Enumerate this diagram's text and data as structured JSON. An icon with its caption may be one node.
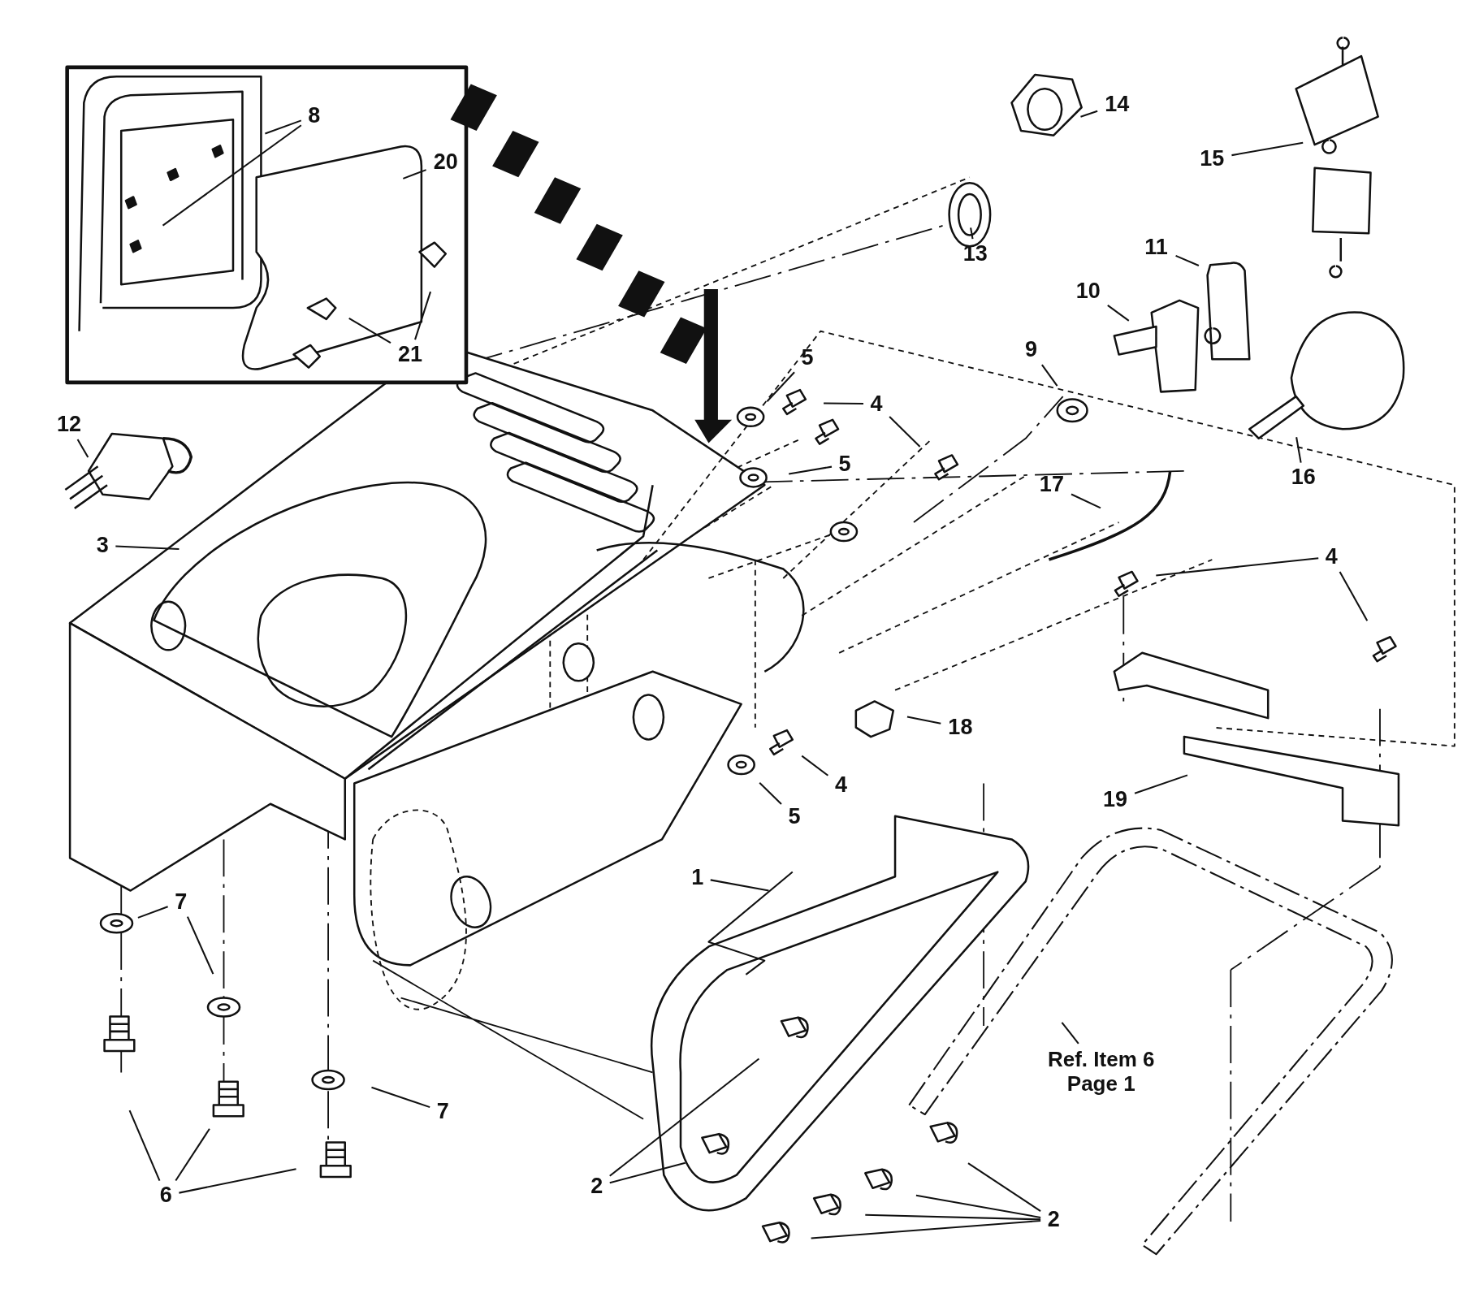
{
  "diagram": {
    "nodes": [
      {
        "text": [
          "8"
        ]
      },
      {
        "text": [
          "20"
        ]
      },
      {
        "text": [
          "21"
        ]
      },
      {
        "text": [
          "12"
        ]
      },
      {
        "text": [
          "3"
        ]
      },
      {
        "text": [
          "14"
        ]
      },
      {
        "text": [
          "15"
        ]
      },
      {
        "text": [
          "13"
        ]
      },
      {
        "text": [
          "11"
        ]
      },
      {
        "text": [
          "10"
        ]
      },
      {
        "text": [
          "9"
        ]
      },
      {
        "text": [
          "5"
        ]
      },
      {
        "text": [
          "4"
        ]
      },
      {
        "text": [
          "5"
        ]
      },
      {
        "text": [
          "17"
        ]
      },
      {
        "text": [
          "16"
        ]
      },
      {
        "text": [
          "4"
        ]
      },
      {
        "text": [
          "18"
        ]
      },
      {
        "text": [
          "4"
        ]
      },
      {
        "text": [
          "5"
        ]
      },
      {
        "text": [
          "19"
        ]
      },
      {
        "text": [
          "1"
        ]
      },
      {
        "text": [
          "7"
        ]
      },
      {
        "text": [
          "7"
        ]
      },
      {
        "text": [
          "6"
        ]
      },
      {
        "text": [
          "2"
        ]
      },
      {
        "text": [
          "2"
        ]
      },
      {
        "text": [
          "Ref. Item 6 Page 1"
        ]
      }
    ],
    "edges": [
      {
        "from": 0,
        "to": null,
        "arrow": "none"
      },
      {
        "from": 0,
        "to": null,
        "arrow": "none"
      },
      {
        "from": 1,
        "to": null,
        "arrow": "none"
      },
      {
        "from": 2,
        "to": null,
        "arrow": "none"
      },
      {
        "from": 2,
        "to": null,
        "arrow": "none"
      },
      {
        "from": 3,
        "to": null,
        "arrow": "none"
      },
      {
        "from": 4,
        "to": null,
        "arrow": "none"
      },
      {
        "from": 5,
        "to": null,
        "arrow": "none"
      },
      {
        "from": 6,
        "to": null,
        "arrow": "none"
      },
      {
        "from": 7,
        "to": null,
        "arrow": "none"
      },
      {
        "from": 8,
        "to": null,
        "arrow": "none"
      },
      {
        "from": 9,
        "to": null,
        "arrow": "none"
      },
      {
        "from": 10,
        "to": null,
        "arrow": "none"
      },
      {
        "from": 11,
        "to": null,
        "arrow": "none"
      },
      {
        "from": 12,
        "to": null,
        "arrow": "none"
      },
      {
        "from": 12,
        "to": null,
        "arrow": "none"
      },
      {
        "from": 13,
        "to": null,
        "arrow": "none"
      },
      {
        "from": 14,
        "to": null,
        "arrow": "none"
      },
      {
        "from": 15,
        "to": null,
        "arrow": "none"
      },
      {
        "from": 16,
        "to": null,
        "arrow": "none"
      },
      {
        "from": 16,
        "to": null,
        "arrow": "none"
      },
      {
        "from": 17,
        "to": null,
        "arrow": "none"
      },
      {
        "from": 18,
        "to": null,
        "arrow": "none"
      },
      {
        "from": 19,
        "to": null,
        "arrow": "none"
      },
      {
        "from": 20,
        "to": null,
        "arrow": "none"
      },
      {
        "from": 21,
        "to": null,
        "arrow": "none"
      },
      {
        "from": 22,
        "to": null,
        "arrow": "none"
      },
      {
        "from": 22,
        "to": null,
        "arrow": "none"
      },
      {
        "from": 23,
        "to": null,
        "arrow": "none"
      },
      {
        "from": 24,
        "to": null,
        "arrow": "none"
      },
      {
        "from": 24,
        "to": null,
        "arrow": "none"
      },
      {
        "from": 24,
        "to": null,
        "arrow": "none"
      },
      {
        "from": 25,
        "to": null,
        "arrow": "none"
      },
      {
        "from": 25,
        "to": null,
        "arrow": "none"
      },
      {
        "from": 26,
        "to": null,
        "arrow": "none"
      },
      {
        "from": 26,
        "to": null,
        "arrow": "none"
      },
      {
        "from": 26,
        "to": null,
        "arrow": "none"
      },
      {
        "from": 26,
        "to": null,
        "arrow": "none"
      },
      {
        "from": 27,
        "to": null,
        "arrow": "none"
      }
    ]
  }
}
